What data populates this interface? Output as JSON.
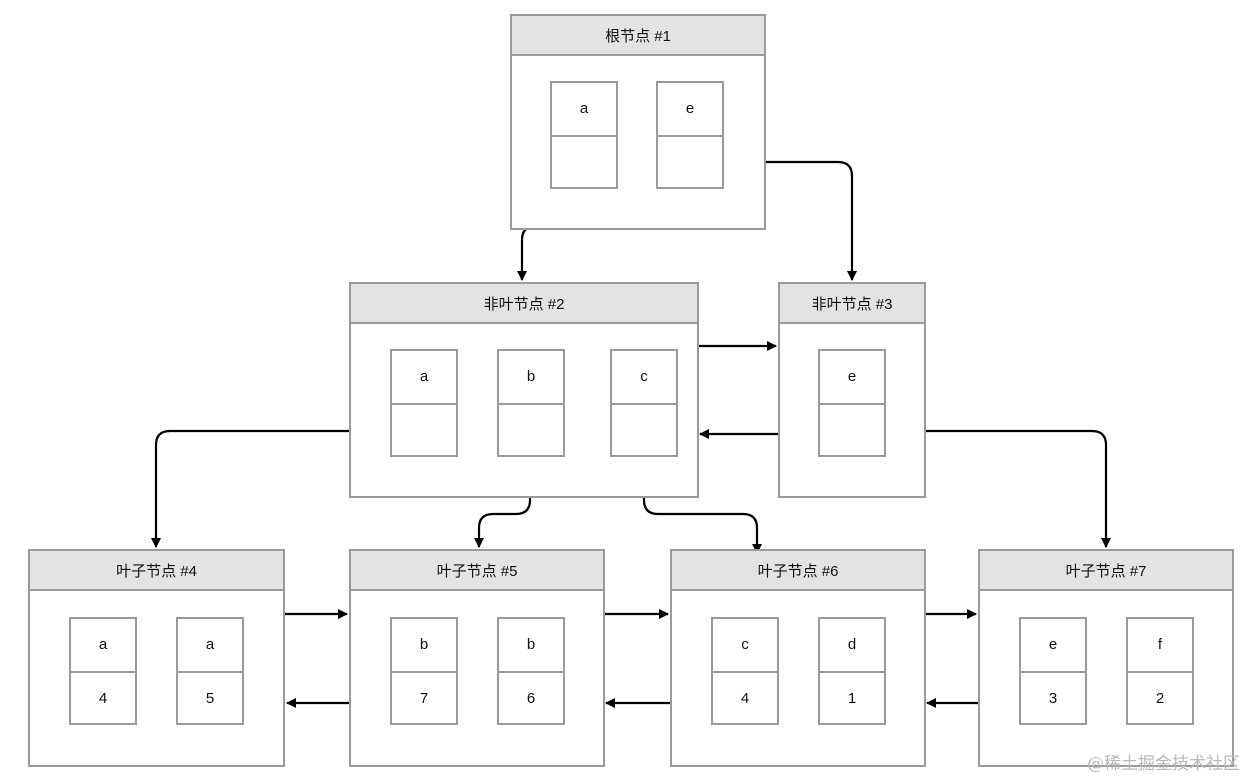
{
  "nodes": {
    "n1": {
      "title": "根节点 #1",
      "entries": [
        {
          "key": "a"
        },
        {
          "key": "e"
        }
      ]
    },
    "n2": {
      "title": "非叶节点 #2",
      "entries": [
        {
          "key": "a"
        },
        {
          "key": "b"
        },
        {
          "key": "c"
        }
      ]
    },
    "n3": {
      "title": "非叶节点 #3",
      "entries": [
        {
          "key": "e"
        }
      ]
    },
    "n4": {
      "title": "叶子节点 #4",
      "entries": [
        {
          "key": "a",
          "value": "4"
        },
        {
          "key": "a",
          "value": "5"
        }
      ]
    },
    "n5": {
      "title": "叶子节点 #5",
      "entries": [
        {
          "key": "b",
          "value": "7"
        },
        {
          "key": "b",
          "value": "6"
        }
      ]
    },
    "n6": {
      "title": "叶子节点 #6",
      "entries": [
        {
          "key": "c",
          "value": "4"
        },
        {
          "key": "d",
          "value": "1"
        }
      ]
    },
    "n7": {
      "title": "叶子节点 #7",
      "entries": [
        {
          "key": "e",
          "value": "3"
        },
        {
          "key": "f",
          "value": "2"
        }
      ]
    }
  },
  "watermark": "@稀土掘金技术社区"
}
